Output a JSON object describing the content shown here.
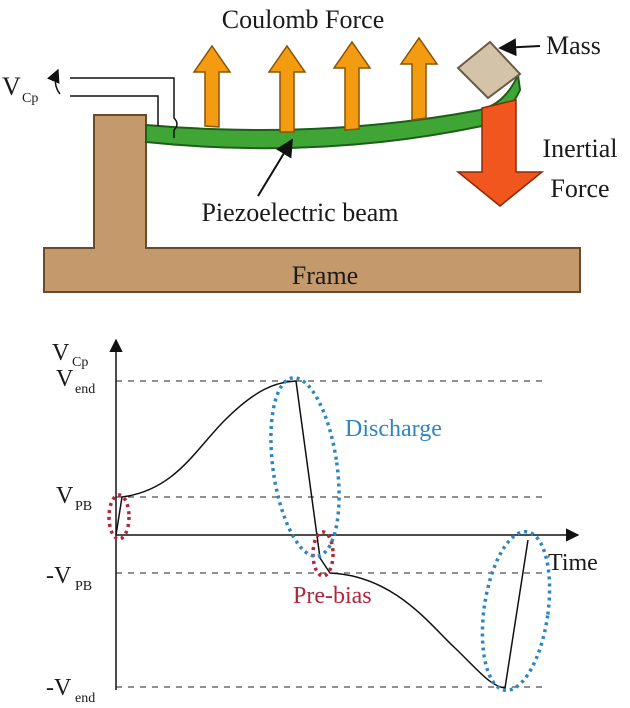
{
  "top": {
    "coulomb_label": "Coulomb Force",
    "mass_label": "Mass",
    "inertial_label_line1": "Inertial",
    "inertial_label_line2": "Force",
    "beam_label": "Piezoelectric beam",
    "frame_label": "Frame",
    "voltage_label_main": "V",
    "voltage_label_sub": "Cp"
  },
  "graph": {
    "y_axis_main": "V",
    "y_axis_sub": "Cp",
    "x_axis_label": "Time",
    "levels": [
      {
        "main": "V",
        "sub": "end"
      },
      {
        "main": "V",
        "sub": "PB"
      },
      {
        "main": "-V",
        "sub": "PB"
      },
      {
        "main": "-V",
        "sub": "end"
      }
    ],
    "discharge_label": "Discharge",
    "prebias_label": "Pre-bias"
  },
  "colors": {
    "frame": "#c49a6c",
    "beam": "#3fa535",
    "coulomb_arrow": "#f39c12",
    "inertial_arrow": "#f0561e",
    "mass": "#d3c3a8",
    "discharge_ellipse": "#2e86c1",
    "prebias_ellipse": "#b0263a",
    "discharge_text": "#2e86c1",
    "prebias_text": "#b0263a"
  }
}
